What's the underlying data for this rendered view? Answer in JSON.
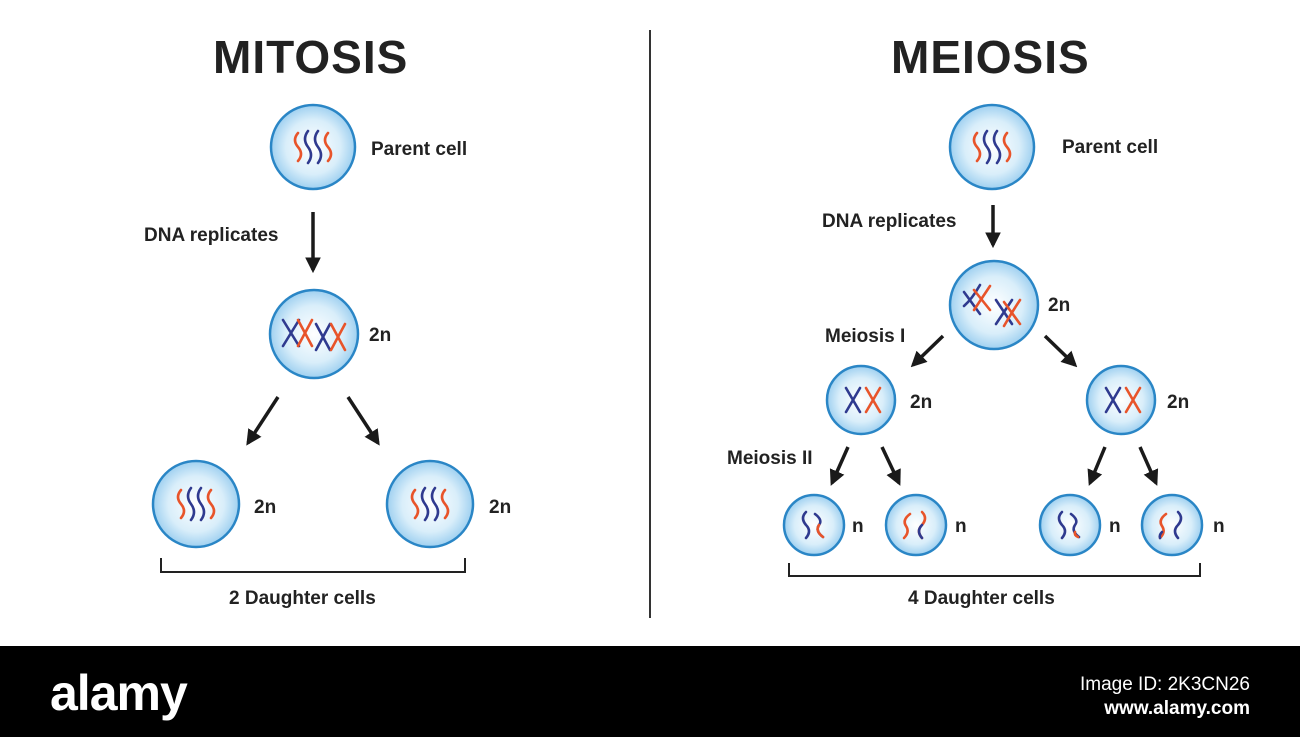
{
  "mitosis": {
    "title": "MITOSIS",
    "parent_label": "Parent cell",
    "step_label": "DNA replicates",
    "replicated_ploidy": "2n",
    "daughter_ploidy": "2n",
    "daughters_label": "2 Daughter cells"
  },
  "meiosis": {
    "title": "MEIOSIS",
    "parent_label": "Parent cell",
    "step_label": "DNA replicates",
    "replicated_ploidy": "2n",
    "meiosis1_label": "Meiosis I",
    "meiosis2_label": "Meiosis II",
    "intermediate_ploidy": "2n",
    "daughter_ploidy": "n",
    "daughters_label": "4 Daughter cells"
  },
  "colors": {
    "cell_fill": "#c9e6f7",
    "cell_border": "#2a86c6",
    "chromosome_blue": "#2f3a8f",
    "chromosome_orange": "#e8542a",
    "arrow": "#1a1a1a"
  },
  "footer": {
    "logo": "alamy",
    "image_id": "Image ID: 2K3CN26",
    "site": "www.alamy.com"
  }
}
